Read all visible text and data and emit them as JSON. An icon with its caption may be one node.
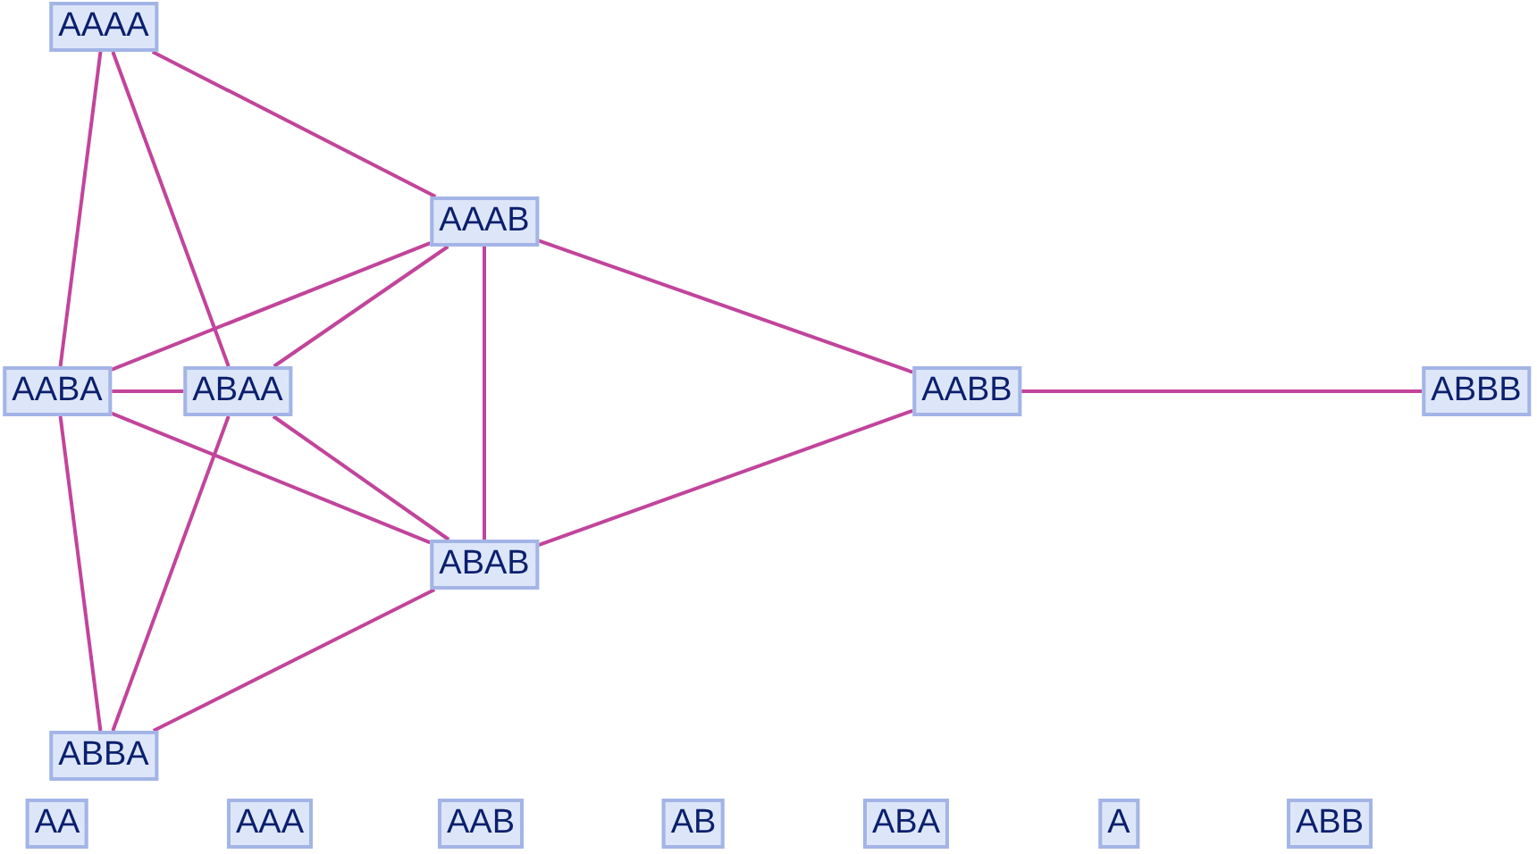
{
  "diagram": {
    "nodes": [
      {
        "text": [
          "AAAA"
        ]
      },
      {
        "text": [
          "AAAB"
        ]
      },
      {
        "text": [
          "AABA"
        ]
      },
      {
        "text": [
          "ABAA"
        ]
      },
      {
        "text": [
          "AABB"
        ]
      },
      {
        "text": [
          "ABBB"
        ]
      },
      {
        "text": [
          "ABAB"
        ]
      },
      {
        "text": [
          "ABBA"
        ]
      },
      {
        "text": [
          "AA"
        ]
      },
      {
        "text": [
          "AAA"
        ]
      },
      {
        "text": [
          "AAB"
        ]
      },
      {
        "text": [
          "AB"
        ]
      },
      {
        "text": [
          "ABA"
        ]
      },
      {
        "text": [
          "A"
        ]
      },
      {
        "text": [
          "ABB"
        ]
      }
    ],
    "edges": [
      {
        "from": 0,
        "to": 1,
        "arrow": "none"
      },
      {
        "from": 0,
        "to": 2,
        "arrow": "none"
      },
      {
        "from": 0,
        "to": 3,
        "arrow": "none"
      },
      {
        "from": 1,
        "to": 2,
        "arrow": "none"
      },
      {
        "from": 1,
        "to": 3,
        "arrow": "none"
      },
      {
        "from": 1,
        "to": 6,
        "arrow": "none"
      },
      {
        "from": 1,
        "to": 4,
        "arrow": "none"
      },
      {
        "from": 2,
        "to": 3,
        "arrow": "none"
      },
      {
        "from": 2,
        "to": 6,
        "arrow": "none"
      },
      {
        "from": 2,
        "to": 7,
        "arrow": "none"
      },
      {
        "from": 3,
        "to": 6,
        "arrow": "none"
      },
      {
        "from": 3,
        "to": 7,
        "arrow": "none"
      },
      {
        "from": 6,
        "to": 4,
        "arrow": "none"
      },
      {
        "from": 6,
        "to": 7,
        "arrow": "none"
      },
      {
        "from": 4,
        "to": 5,
        "arrow": "none"
      }
    ]
  }
}
